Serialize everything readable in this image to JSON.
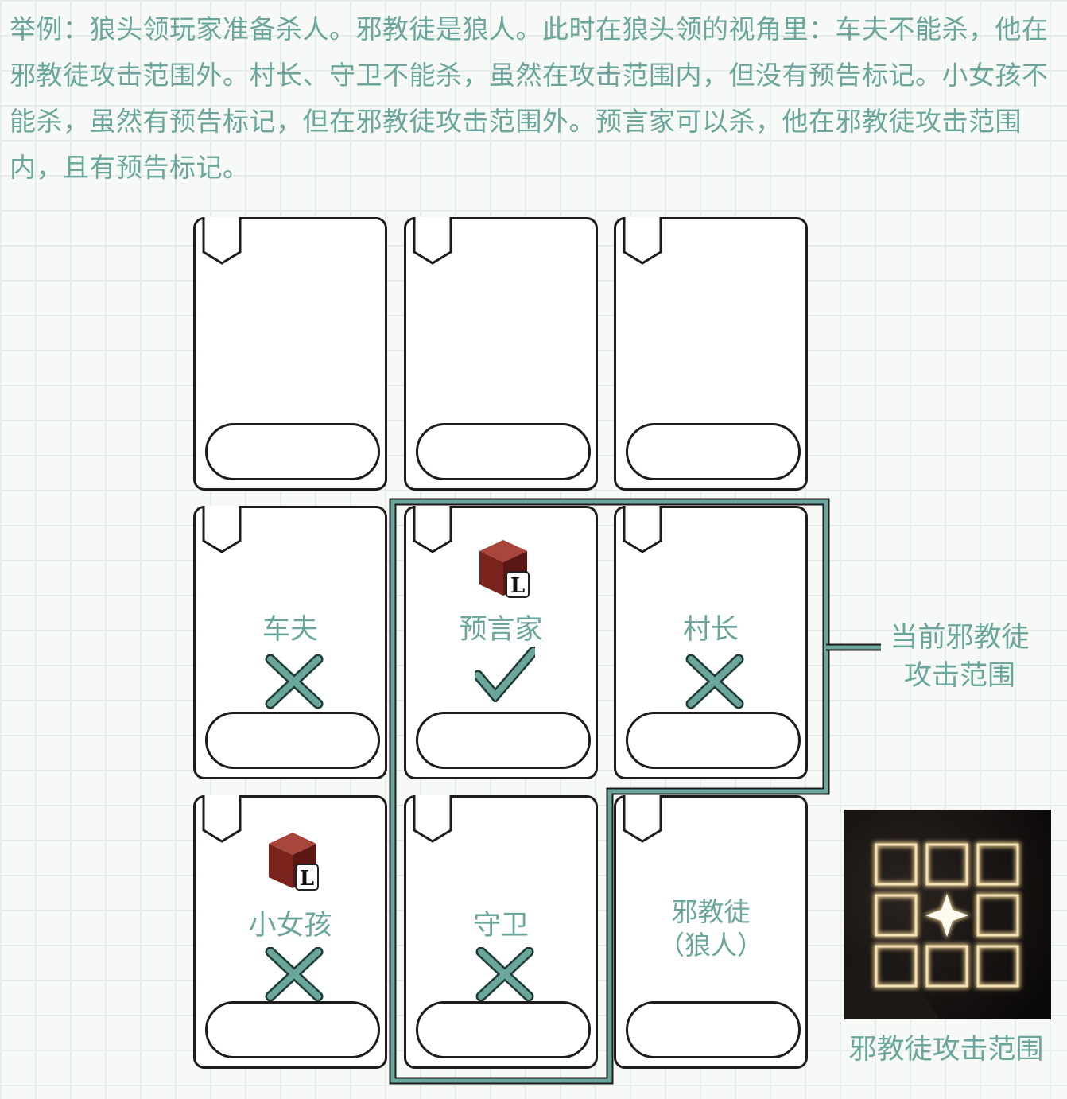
{
  "description": "举例：狼头领玩家准备杀人。邪教徒是狼人。此时在狼头领的视角里：车夫不能杀，他在邪教徒攻击范围外。村长、守卫不能杀，虽然在攻击范围内，但没有预告标记。小女孩不能杀，虽然有预告标记，但在邪教徒攻击范围外。预言家可以杀，他在邪教徒攻击范围内，且有预告标记。",
  "cards": [
    {
      "id": "r1c1",
      "role": "",
      "result": "none",
      "marked": false
    },
    {
      "id": "r1c2",
      "role": "",
      "result": "none",
      "marked": false
    },
    {
      "id": "r1c3",
      "role": "",
      "result": "none",
      "marked": false
    },
    {
      "id": "r2c1",
      "role": "车夫",
      "result": "cross",
      "marked": false
    },
    {
      "id": "r2c2",
      "role": "预言家",
      "result": "check",
      "marked": true
    },
    {
      "id": "r2c3",
      "role": "村长",
      "result": "cross",
      "marked": false
    },
    {
      "id": "r3c1",
      "role": "小女孩",
      "result": "cross",
      "marked": true
    },
    {
      "id": "r3c2",
      "role": "守卫",
      "result": "cross",
      "marked": false
    },
    {
      "id": "r3c3",
      "role": "邪教徒",
      "role_line2": "（狼人）",
      "result": "none",
      "marked": false
    }
  ],
  "range_label": "当前邪教徒攻击范围",
  "skill_caption": "邪教徒攻击范围",
  "marker_badge_letter": "L",
  "colors": {
    "accent": "#6aa69c",
    "range_line": "#5e9990",
    "card_border": "#1c1c1c",
    "cube": "#8a2a22",
    "skill_glow": "#e8c98a"
  }
}
